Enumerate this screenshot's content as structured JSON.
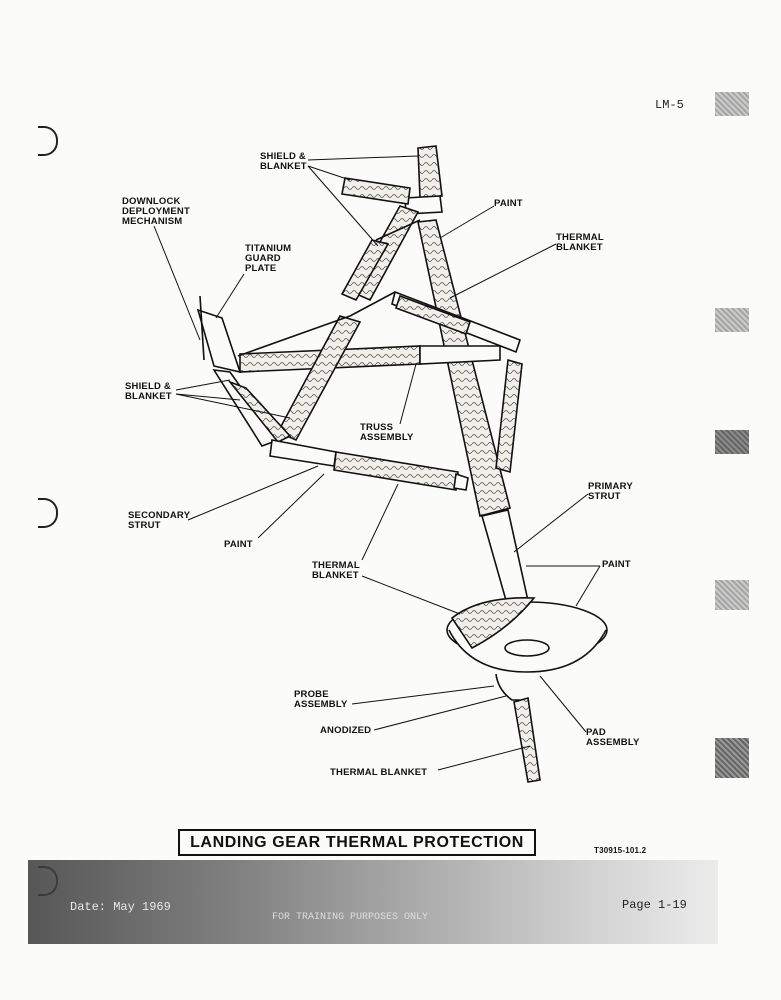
{
  "page": {
    "header_code": "LM-5",
    "title": "LANDING GEAR THERMAL PROTECTION",
    "figure_number": "T30915-101.2",
    "footer_date": "Date: May 1969",
    "footer_purpose": "FOR TRAINING PURPOSES ONLY",
    "footer_page": "Page 1-19"
  },
  "labels": {
    "shield_blanket_top": "SHIELD &\nBLANKET",
    "downlock": "DOWNLOCK\nDEPLOYMENT\nMECHANISM",
    "titanium": "TITANIUM\nGUARD\nPLATE",
    "paint_top": "PAINT",
    "thermal_blanket_top": "THERMAL\nBLANKET",
    "shield_blanket_left": "SHIELD &\nBLANKET",
    "truss": "TRUSS\nASSEMBLY",
    "primary_strut": "PRIMARY\nSTRUT",
    "secondary_strut": "SECONDARY\nSTRUT",
    "paint_left": "PAINT",
    "thermal_blanket_mid": "THERMAL\nBLANKET",
    "paint_right": "PAINT",
    "probe": "PROBE\nASSEMBLY",
    "anodized": "ANODIZED",
    "pad": "PAD\nASSEMBLY",
    "thermal_blanket_bottom": "THERMAL BLANKET"
  },
  "colors": {
    "ink": "#111111",
    "paper": "#fbfbfa"
  }
}
